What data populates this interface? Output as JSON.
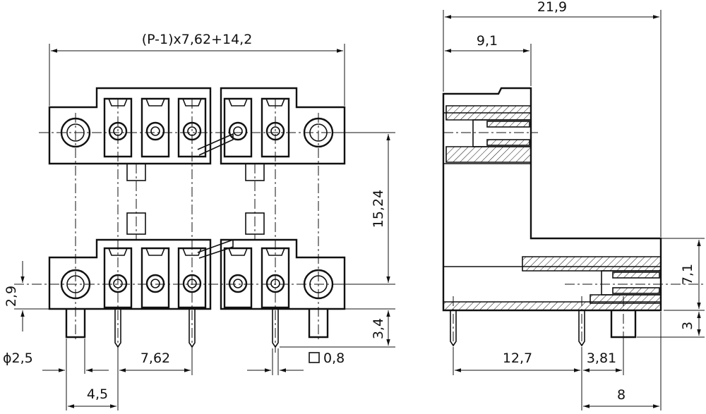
{
  "dimensions": {
    "overall_width_formula": "(P-1)x7,62+14,2",
    "row_spacing": "15,24",
    "hole_offset": "2,9",
    "pin_length": "3,4",
    "hole_diameter": "ϕ2,5",
    "pitch": "7,62",
    "pin_square": "0,8",
    "post_offset": "4,5",
    "side_width": "21,9",
    "side_upper": "9,1",
    "side_height": "7,1",
    "side_pin": "3",
    "side_pin_spacing": "12,7",
    "side_pin_offset": "3,81",
    "side_bottom": "8"
  },
  "colors": {
    "line": "#111111",
    "background": "#ffffff"
  }
}
